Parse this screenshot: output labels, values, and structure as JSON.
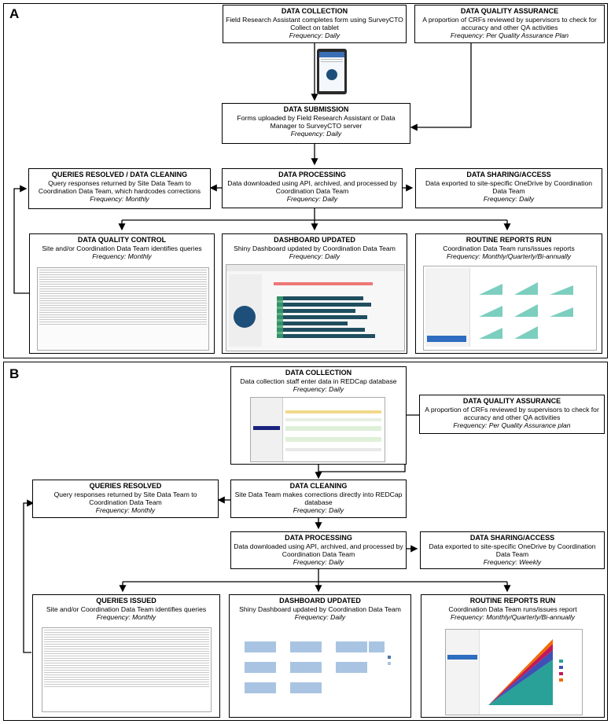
{
  "panel_a": {
    "label": "A",
    "collection": {
      "title": "DATA COLLECTION",
      "desc": "Field Research Assistant completes form using SurveyCTO Collect on tablet",
      "freq": "Frequency: Daily"
    },
    "qa": {
      "title": "DATA QUALITY ASSURANCE",
      "desc": "A proportion of CRFs reviewed by supervisors to check for accuracy and other QA activities",
      "freq": "Frequency: Per Quality Assurance Plan"
    },
    "submission": {
      "title": "DATA SUBMISSION",
      "desc": "Forms uploaded by Field Research Assistant or Data Manager to SurveyCTO server",
      "freq": "Frequency: Daily"
    },
    "queries": {
      "title": "QUERIES RESOLVED / DATA CLEANING",
      "desc": "Query responses returned by Site Data Team to Coordination Data Team, which hardcodes corrections",
      "freq": "Frequency: Monthly"
    },
    "processing": {
      "title": "DATA PROCESSING",
      "desc": "Data downloaded using API, archived, and processed by Coordination Data Team",
      "freq": "Frequency: Daily"
    },
    "sharing": {
      "title": "DATA SHARING/ACCESS",
      "desc": "Data exported to site-specific OneDrive by Coordination Data Team",
      "freq": "Frequency: Daily"
    },
    "qc": {
      "title": "DATA QUALITY CONTROL",
      "desc": "Site and/or Coordination Data Team identifies queries",
      "freq": "Frequency: Monthly"
    },
    "dashboard": {
      "title": "DASHBOARD UPDATED",
      "desc": "Shiny Dashboard updated by Coordination Data Team",
      "freq": "Frequency: Daily"
    },
    "reports": {
      "title": "ROUTINE REPORTS RUN",
      "desc": "Coordination Data Team runs/issues reports",
      "freq": "Frequency: Monthly/Quarterly/Bi-annually"
    }
  },
  "panel_b": {
    "label": "B",
    "collection": {
      "title": "DATA COLLECTION",
      "desc": "Data collection staff enter data in REDCap database",
      "freq": "Frequency: Daily"
    },
    "qa": {
      "title": "DATA QUALITY ASSURANCE",
      "desc": "A proportion of CRFs reviewed by supervisors to check for accuracy and other QA activities",
      "freq": "Frequency: Per Quality Assurance plan"
    },
    "queries": {
      "title": "QUERIES RESOLVED",
      "desc": "Query responses returned by Site Data Team to Coordination Data Team",
      "freq": "Frequency: Monthly"
    },
    "cleaning": {
      "title": "DATA CLEANING",
      "desc": "Site Data Team makes corrections directly into REDCap database",
      "freq": "Frequency: Daily"
    },
    "processing": {
      "title": "DATA PROCESSING",
      "desc": "Data downloaded using API, archived, and processed by Coordination Data Team",
      "freq": "Frequency: Daily"
    },
    "sharing": {
      "title": "DATA SHARING/ACCESS",
      "desc": "Data exported to site-specific OneDrive by Coordination Data Team",
      "freq": "Frequency: Weekly"
    },
    "issued": {
      "title": "QUERIES ISSUED",
      "desc": "Site and/or Coordination Data Team identifies queries",
      "freq": "Frequency: Monthly"
    },
    "dashboard": {
      "title": "DASHBOARD UPDATED",
      "desc": "Shiny Dashboard updated by Coordination Data Team",
      "freq": "Frequency: Daily"
    },
    "reports": {
      "title": "ROUTINE REPORTS RUN",
      "desc": "Coordination Data Team runs/issues report",
      "freq": "Frequency: Monthly/Quarterly/Bi-annually"
    }
  }
}
